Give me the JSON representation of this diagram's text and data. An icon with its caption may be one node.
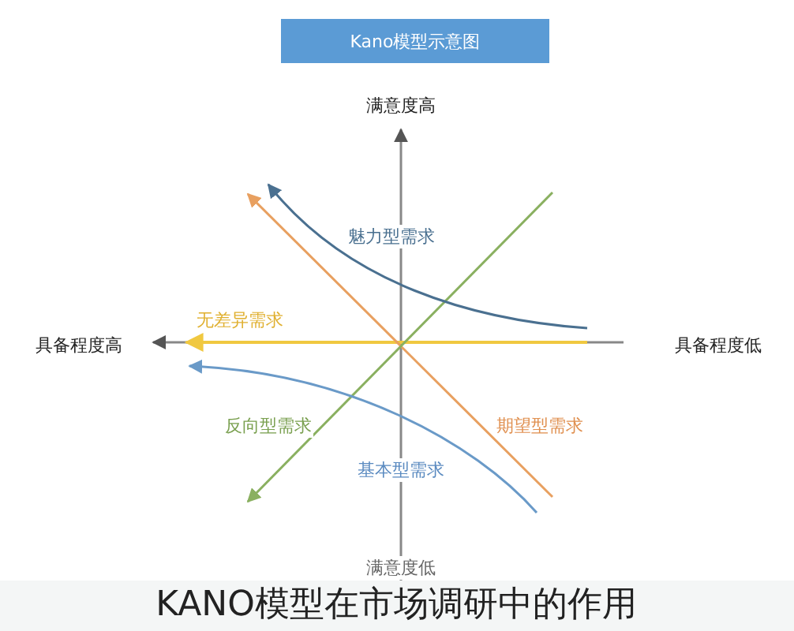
{
  "diagram": {
    "title": "Kano模型示意图",
    "labels": [
      "满意度高",
      "具备程度高",
      "具备程度低",
      "魅力型需求",
      "无差异需求",
      "反向型需求",
      "期望型需求",
      "基本型需求",
      "满意度低"
    ],
    "caption": "KANO模型在市场调研中的作用"
  }
}
